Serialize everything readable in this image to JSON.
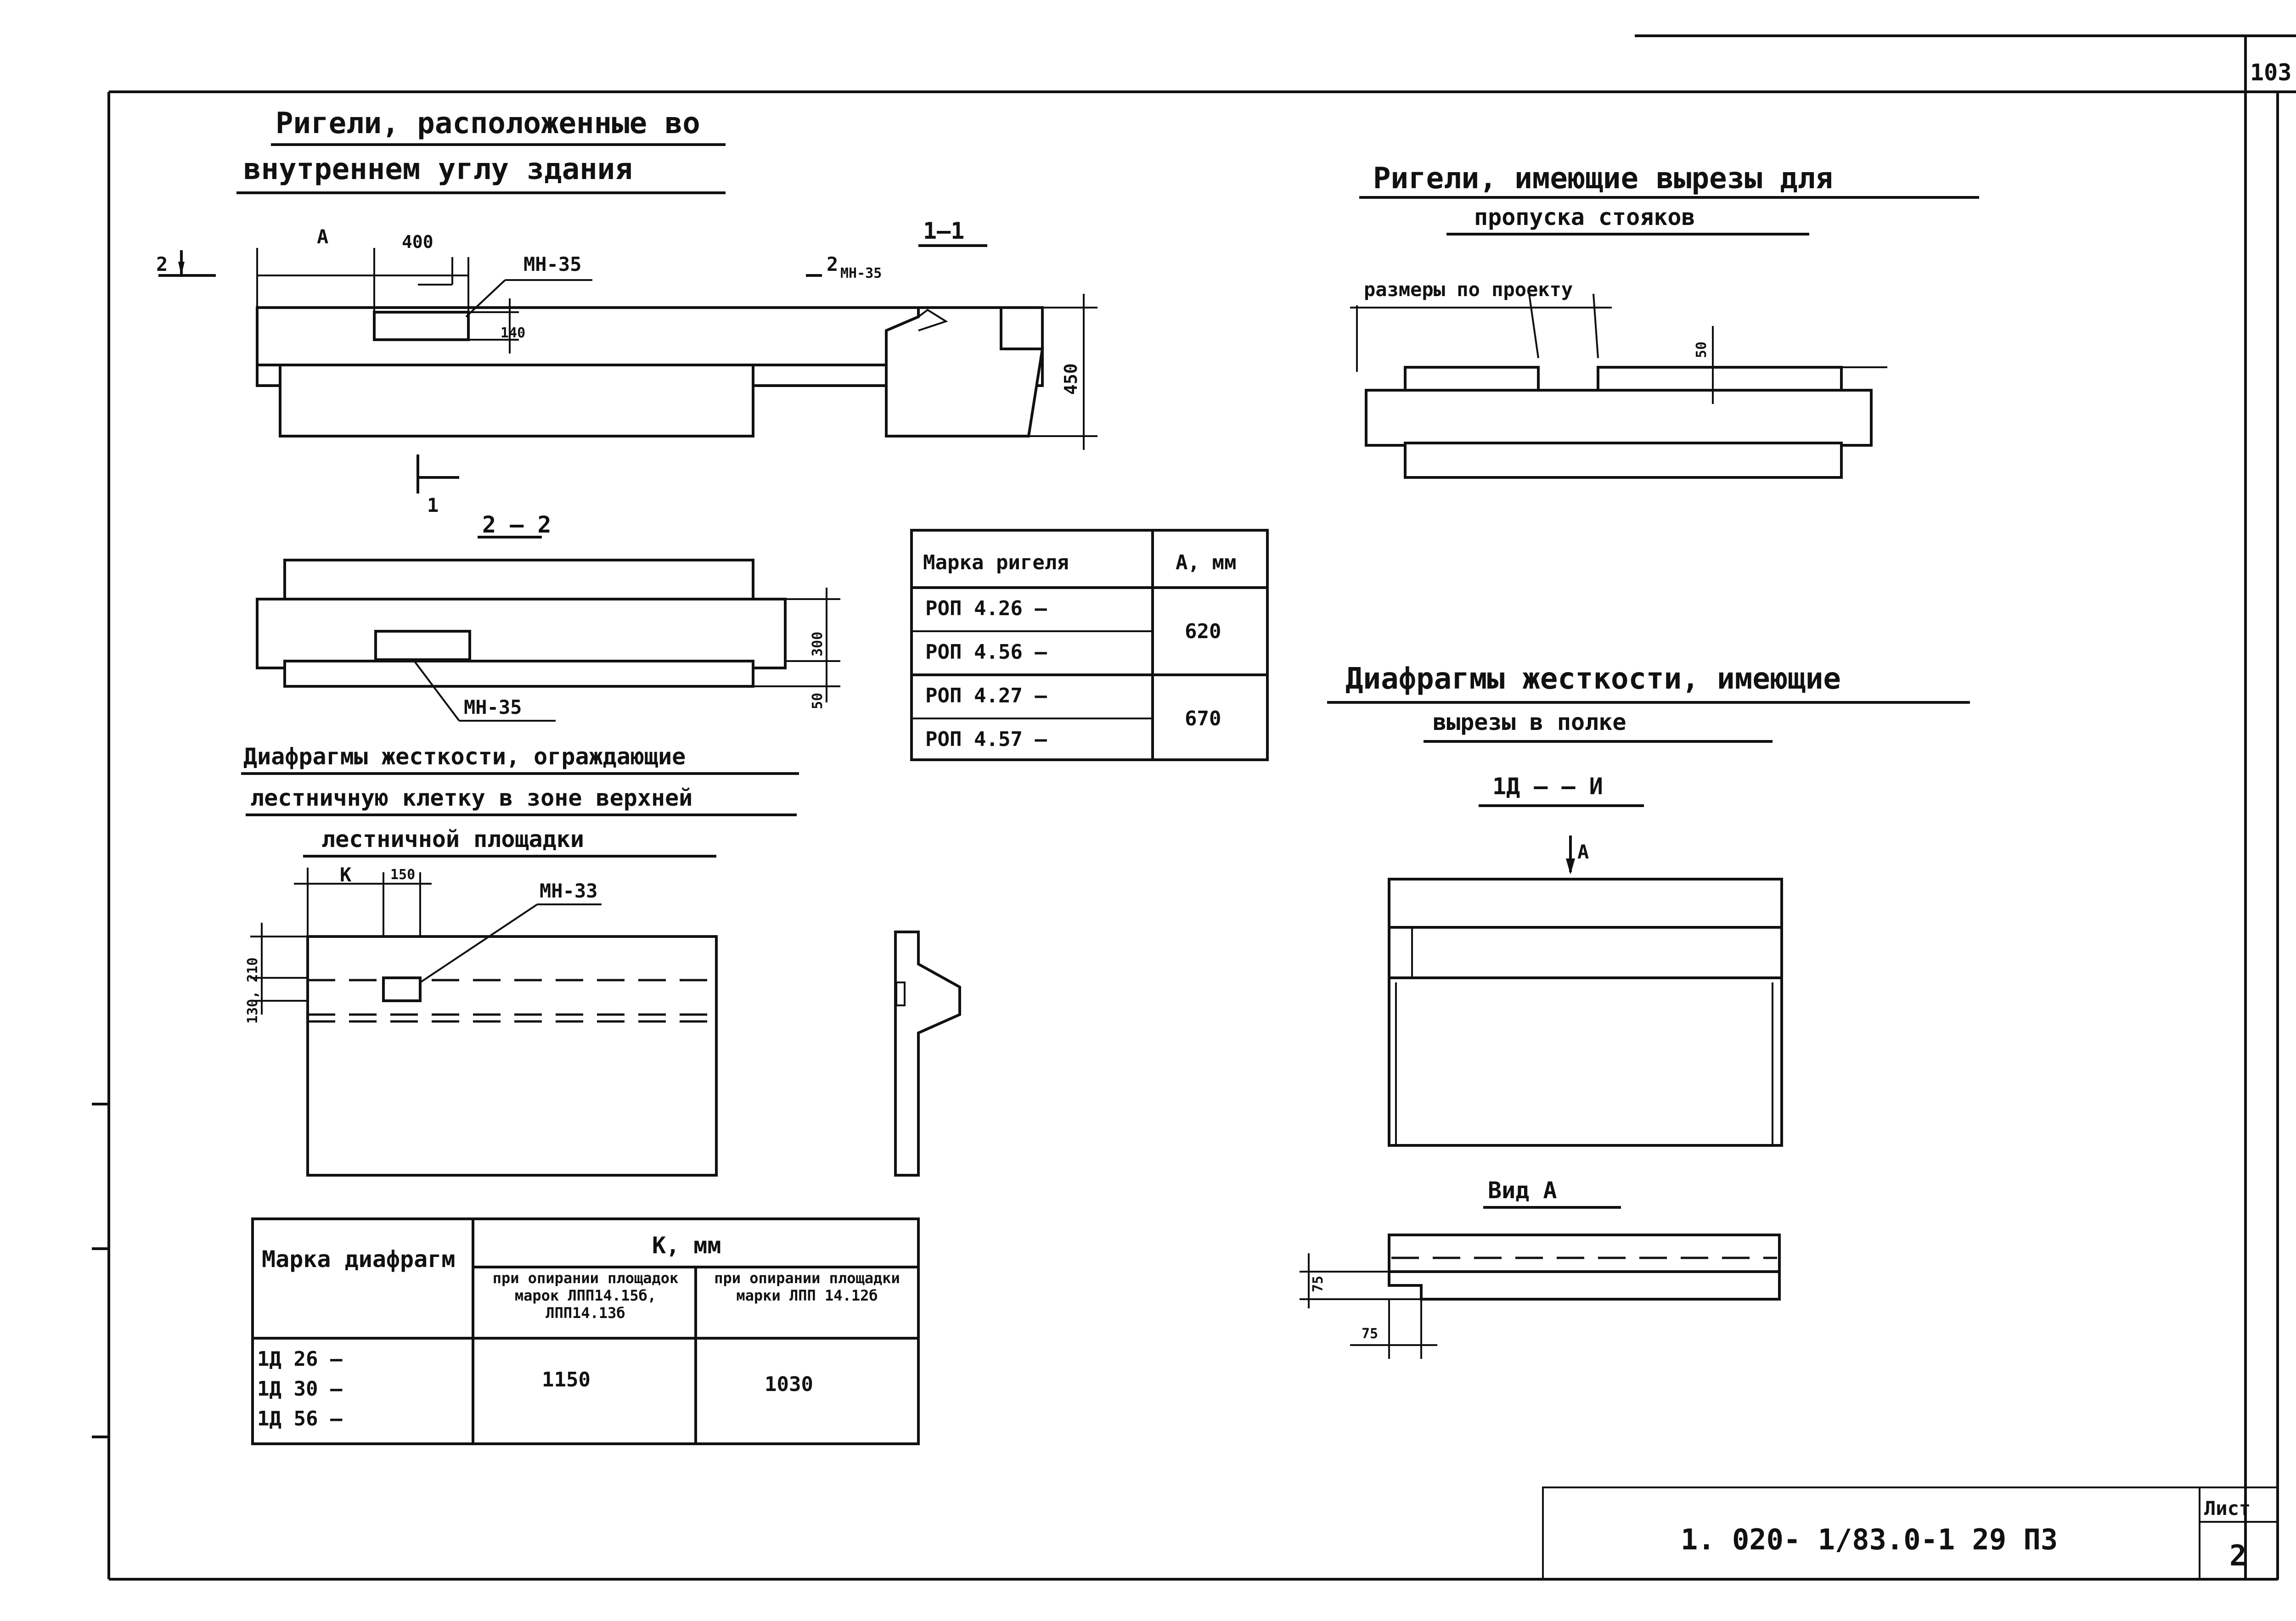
{
  "sheet": {
    "page_number": "103",
    "stamp_code": "1. 020- 1/83.0-1  29 ПЗ",
    "stamp_label": "Лист",
    "stamp_sheet": "2"
  },
  "rigel_corner": {
    "title_line1": "Ригели, расположенные во",
    "title_line2": "внутреннем углу здания",
    "dim_a": "А",
    "dim_400": "400",
    "dim_140": "140",
    "mark_mn35_top": "МН-35",
    "mark_mn35_bottom": "МН-35",
    "section_mark_2": "2",
    "section_mark_1": "1",
    "section_2_2": "2 – 2",
    "dim_300": "300",
    "dim_50": "50"
  },
  "section_1_1": {
    "title": "1–1",
    "mark_2": "2",
    "mark_mn35": "МН-35",
    "dim_450": "450"
  },
  "rigel_table": {
    "headers": [
      "Марка ригеля",
      "А, мм"
    ],
    "rows": [
      "РОП 4.26 –",
      "РОП 4.56 –",
      "РОП 4.27 –",
      "РОП 4.57 –"
    ],
    "values": [
      "620",
      "670"
    ]
  },
  "rigel_cutouts": {
    "title_line1": "Ригели, имеющие вырезы для",
    "title_line2": "пропуска стояков",
    "note": "размеры по проекту",
    "dim_50": "50"
  },
  "diaphragm_stair": {
    "title_line1": "Диафрагмы жесткости, ограждающие",
    "title_line2": "лестничную клетку в зоне верхней",
    "title_line3": "лестничной площадки",
    "dim_k": "К",
    "dim_150": "150",
    "dim_130_210": "130, 210",
    "mark_mn33": "МН-33"
  },
  "diaphragm_table": {
    "header_mark": "Марка диафрагм",
    "header_k": "К, мм",
    "sub_header_1": "при опирании площадок марок ЛПП14.15б, ЛПП14.13б",
    "sub_header_2": "при опирании площадки марки ЛПП 14.12б",
    "rows": [
      "1Д 26 –",
      "1Д 30 –",
      "1Д 56 –"
    ],
    "value_1": "1150",
    "value_2": "1030"
  },
  "diaphragm_shelf": {
    "title_line1": "Диафрагмы жесткости, имеющие",
    "title_line2": "вырезы в полке",
    "element": "1Д – – И",
    "arrow_label": "А",
    "view_a": "Вид  А",
    "dim_75_v": "75",
    "dim_75_h": "75"
  }
}
